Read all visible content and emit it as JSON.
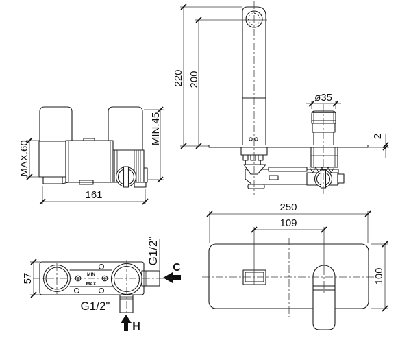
{
  "drawing": {
    "subject": "Concealed wall-mounted single-lever basin mixer installation dimension drawing",
    "background": "#ffffff",
    "line_color": "#1b1b1b",
    "views": [
      {
        "id": "body-front",
        "label": "rough-in body front view"
      },
      {
        "id": "side",
        "label": "installed mixer side view"
      },
      {
        "id": "body-top",
        "label": "rough-in body top view"
      },
      {
        "id": "plate-front",
        "label": "wall plate front view"
      }
    ],
    "labels": {
      "front": {
        "max60": "MAX.60",
        "min45": "MIN.45",
        "w161": "161"
      },
      "side": {
        "h220": "220",
        "h200": "200",
        "dia35": "ø35",
        "t2": "2"
      },
      "top": {
        "d57": "57",
        "g12_cold": "G1/2\"",
        "g12_hot": "G1/2\"",
        "cold": "C",
        "hot": "H",
        "min": "MIN",
        "max": "MAX"
      },
      "plate": {
        "w250": "250",
        "w109": "109",
        "h100": "100"
      }
    }
  }
}
